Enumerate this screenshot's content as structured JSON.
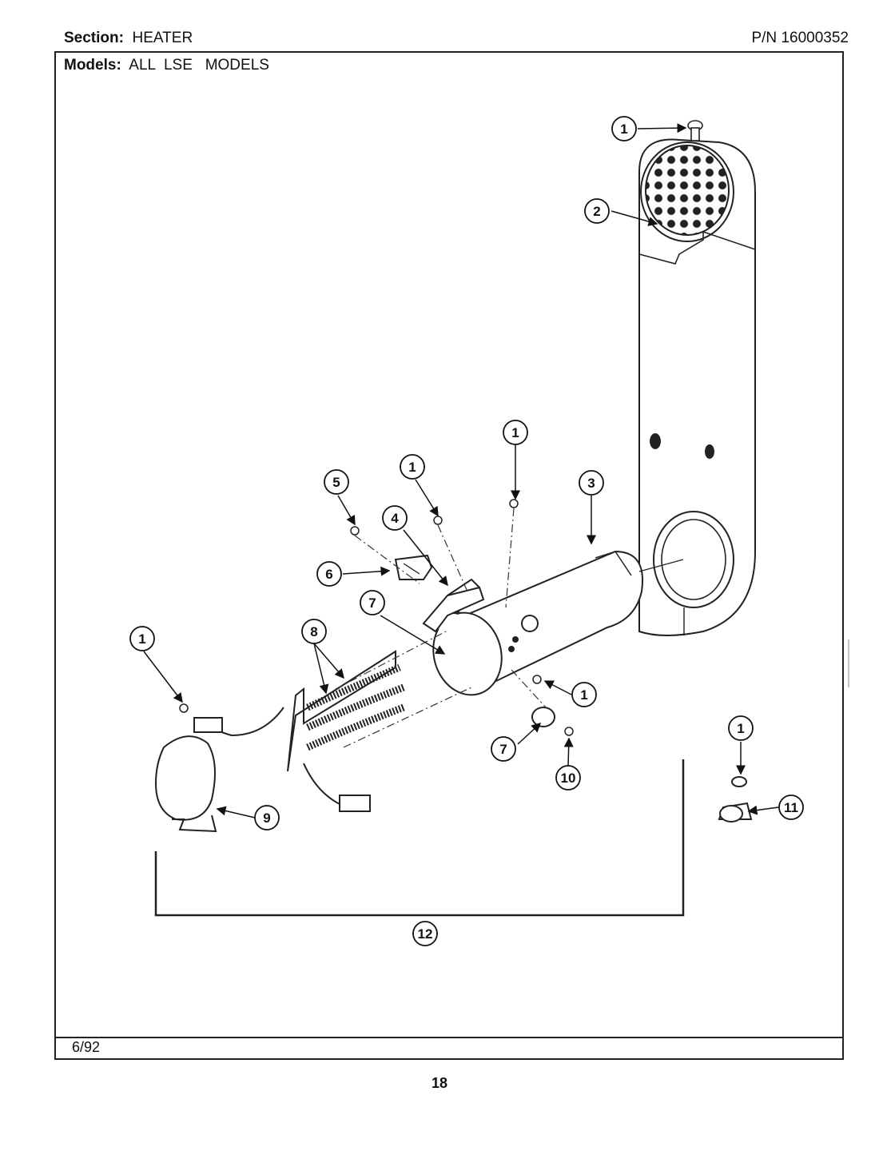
{
  "header": {
    "section_label": "Section:",
    "section_value": "HEATER",
    "part_number_label": "P/N",
    "part_number_value": "16000352",
    "models_label": "Models:",
    "models_value": "ALL  LSE   MODELS"
  },
  "footer": {
    "date_code": "6/92",
    "page_number": "18"
  },
  "callouts": [
    "1",
    "2",
    "3",
    "4",
    "5",
    "6",
    "7",
    "8",
    "9",
    "10",
    "11",
    "12"
  ]
}
